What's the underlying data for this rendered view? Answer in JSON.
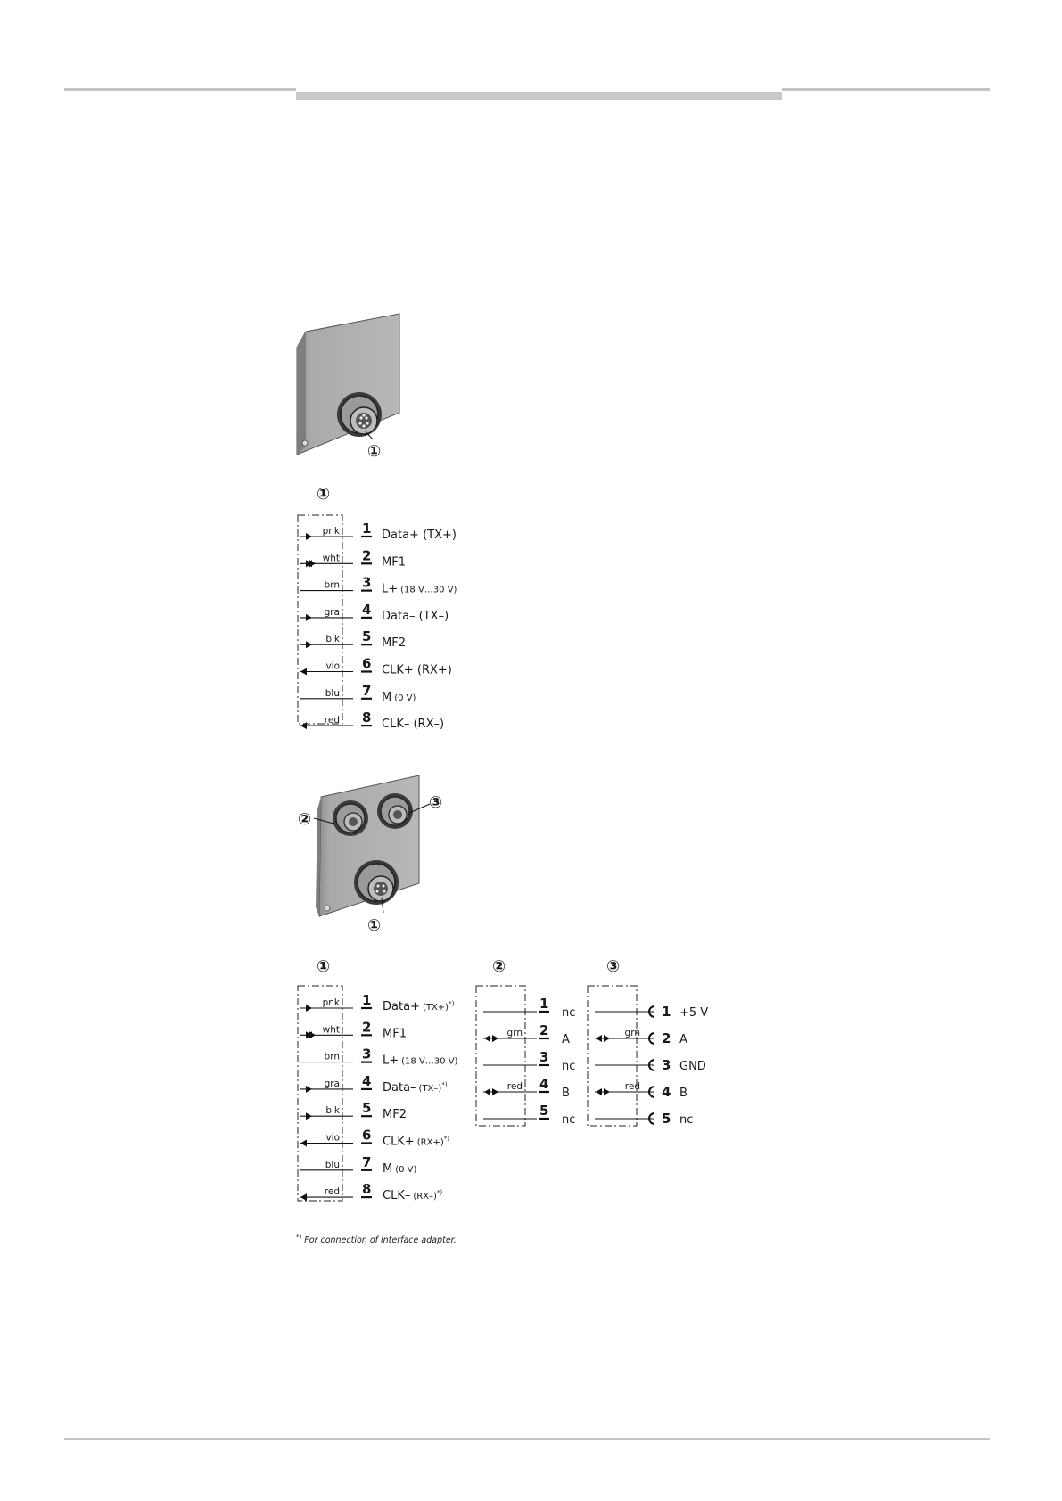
{
  "callouts": {
    "c1": "①",
    "c2": "②",
    "c3": "③"
  },
  "diagram1": {
    "connector": "①",
    "pins": [
      {
        "wire": "pnk",
        "num": "1",
        "sig": "Data+ (TX+)",
        "sig_small": "",
        "dir": "out"
      },
      {
        "wire": "wht",
        "num": "2",
        "sig": "MF1",
        "sig_small": "",
        "dir": "both"
      },
      {
        "wire": "brn",
        "num": "3",
        "sig": "L+",
        "sig_small": "(18 V…30 V)",
        "dir": "none"
      },
      {
        "wire": "gra",
        "num": "4",
        "sig": "Data– (TX–)",
        "sig_small": "",
        "dir": "out"
      },
      {
        "wire": "blk",
        "num": "5",
        "sig": "MF2",
        "sig_small": "",
        "dir": "out"
      },
      {
        "wire": "vio",
        "num": "6",
        "sig": "CLK+ (RX+)",
        "sig_small": "",
        "dir": "in"
      },
      {
        "wire": "blu",
        "num": "7",
        "sig": "M",
        "sig_small": "(0 V)",
        "dir": "none"
      },
      {
        "wire": "red",
        "num": "8",
        "sig": "CLK– (RX–)",
        "sig_small": "",
        "dir": "in"
      }
    ]
  },
  "diagram2": {
    "connector": "①",
    "pins": [
      {
        "wire": "pnk",
        "num": "1",
        "sig": "Data+",
        "sig_small": "(TX+)",
        "note": "*)",
        "dir": "out"
      },
      {
        "wire": "wht",
        "num": "2",
        "sig": "MF1",
        "sig_small": "",
        "note": "",
        "dir": "both"
      },
      {
        "wire": "brn",
        "num": "3",
        "sig": "L+",
        "sig_small": "(18 V…30 V)",
        "note": "",
        "dir": "none"
      },
      {
        "wire": "gra",
        "num": "4",
        "sig": "Data–",
        "sig_small": "(TX–)",
        "note": "*)",
        "dir": "out"
      },
      {
        "wire": "blk",
        "num": "5",
        "sig": "MF2",
        "sig_small": "",
        "note": "",
        "dir": "out"
      },
      {
        "wire": "vio",
        "num": "6",
        "sig": "CLK+",
        "sig_small": "(RX+)",
        "note": "*)",
        "dir": "in"
      },
      {
        "wire": "blu",
        "num": "7",
        "sig": "M",
        "sig_small": "(0 V)",
        "note": "",
        "dir": "none"
      },
      {
        "wire": "red",
        "num": "8",
        "sig": "CLK–",
        "sig_small": "(RX–)",
        "note": "*)",
        "dir": "in"
      }
    ]
  },
  "diagram3": {
    "connector": "②",
    "pins": [
      {
        "wire": "",
        "num": "1",
        "sig": "nc",
        "dir": "none"
      },
      {
        "wire": "grn",
        "num": "2",
        "sig": "A",
        "dir": "both"
      },
      {
        "wire": "",
        "num": "3",
        "sig": "nc",
        "dir": "none"
      },
      {
        "wire": "red",
        "num": "4",
        "sig": "B",
        "dir": "both"
      },
      {
        "wire": "",
        "num": "5",
        "sig": "nc",
        "dir": "none"
      }
    ]
  },
  "diagram4": {
    "connector": "③",
    "pins": [
      {
        "wire": "",
        "num": "1",
        "sig": "+5 V",
        "dir": "none"
      },
      {
        "wire": "grn",
        "num": "2",
        "sig": "A",
        "dir": "both"
      },
      {
        "wire": "",
        "num": "3",
        "sig": "GND",
        "dir": "none"
      },
      {
        "wire": "red",
        "num": "4",
        "sig": "B",
        "dir": "both"
      },
      {
        "wire": "",
        "num": "5",
        "sig": "nc",
        "dir": "none"
      }
    ]
  },
  "footnote": {
    "mark": "*)",
    "text": "For connection of interface adapter."
  }
}
